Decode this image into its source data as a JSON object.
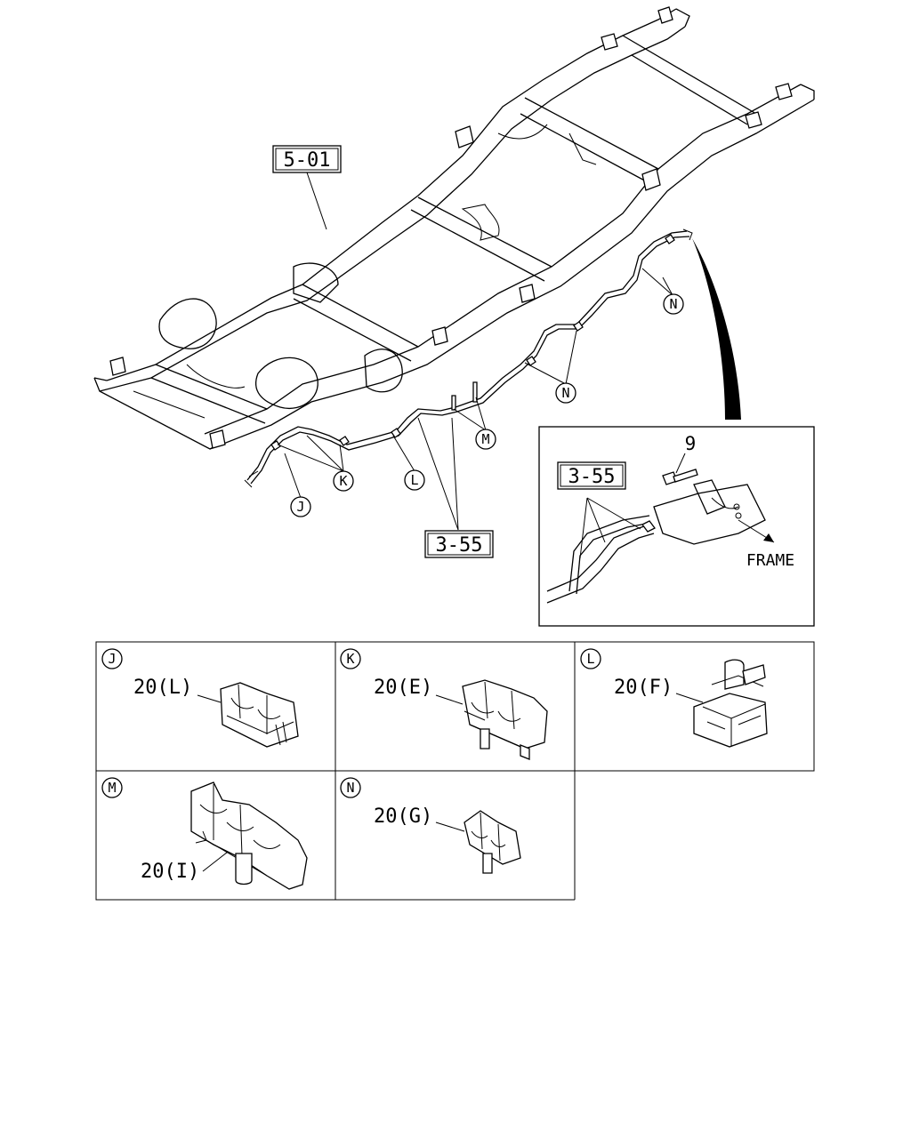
{
  "refs": {
    "frame_ref": "5-01",
    "pipe_ref_main": "3-55",
    "pipe_ref_detail": "3-55",
    "bolt_ref": "9",
    "frame_arrow_label": "FRAME"
  },
  "callouts": {
    "n_upper": "N",
    "n_lower": "N",
    "m": "M",
    "k": "K",
    "l": "L",
    "j": "J"
  },
  "panels": [
    {
      "letter": "J",
      "part": "20(L)"
    },
    {
      "letter": "K",
      "part": "20(E)"
    },
    {
      "letter": "L",
      "part": "20(F)"
    },
    {
      "letter": "M",
      "part": "20(I)"
    },
    {
      "letter": "N",
      "part": "20(G)"
    }
  ]
}
